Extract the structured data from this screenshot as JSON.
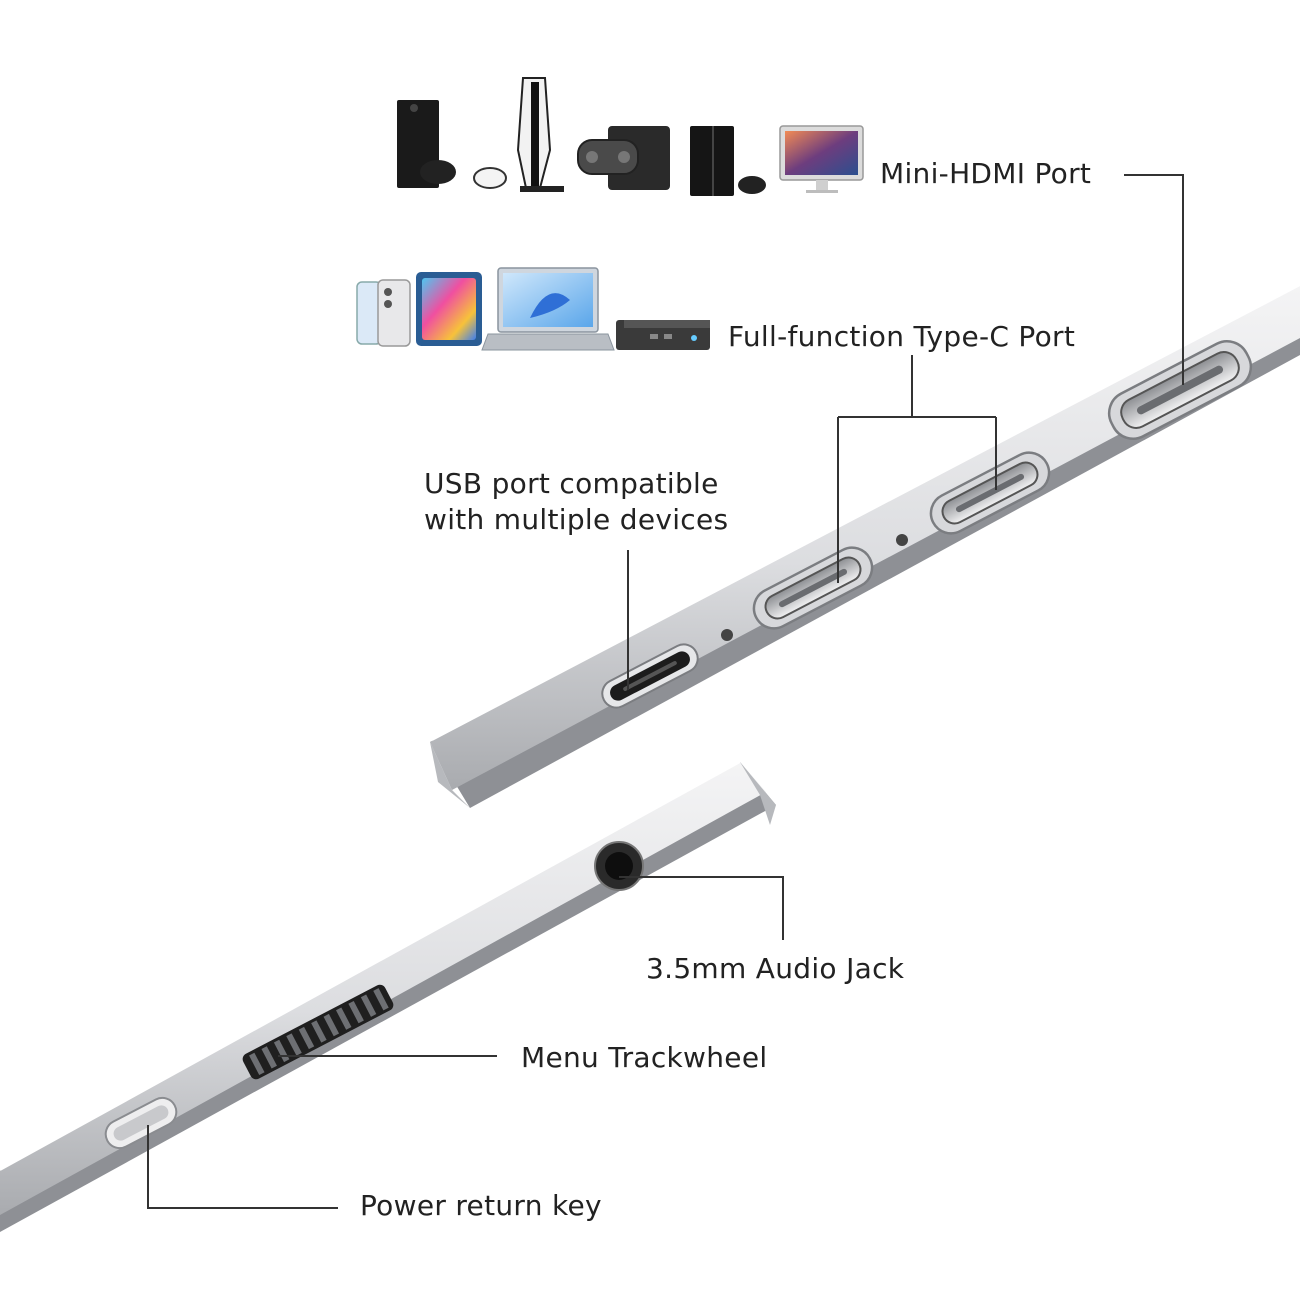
{
  "labels": {
    "mini_hdmi": "Mini-HDMI Port",
    "type_c": "Full-function Type-C Port",
    "usb_line1": "USB port compatible",
    "usb_line2": "with multiple devices",
    "audio": "3.5mm Audio Jack",
    "trackwheel": "Menu Trackwheel",
    "power": "Power return key"
  },
  "icons": {
    "row1": [
      "game-console-tower-icon",
      "game-console-white-icon",
      "handheld-console-icon",
      "game-console-black-icon",
      "desktop-computer-icon"
    ],
    "row2": [
      "smartphone-icon",
      "tablet-icon",
      "laptop-icon",
      "mini-pc-icon"
    ]
  },
  "colors": {
    "aluminum": "#d9dadc",
    "aluminum_dark": "#9c9ea2",
    "port_dark": "#2a2a2a",
    "leader": "#333333"
  }
}
